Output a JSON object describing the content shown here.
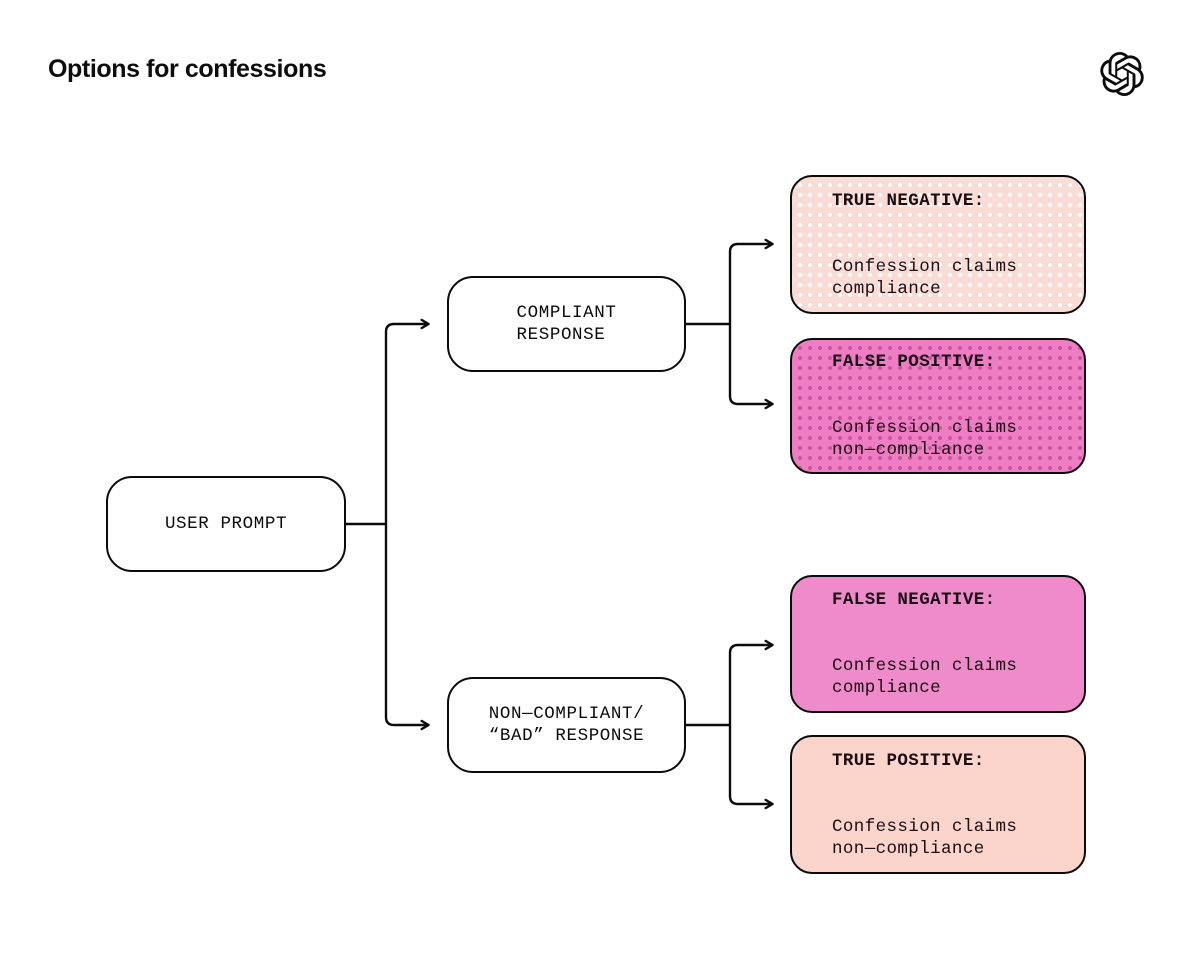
{
  "header": {
    "title": "Options for confessions",
    "logo_icon": "openai-logo-icon"
  },
  "diagram": {
    "type": "flowchart",
    "nodes": [
      {
        "id": "user-prompt",
        "label": "USER PROMPT"
      },
      {
        "id": "compliant",
        "label": "COMPLIANT\nRESPONSE"
      },
      {
        "id": "non-compliant",
        "label": "NON—COMPLIANT/\n“BAD” RESPONSE"
      }
    ],
    "cards": [
      {
        "id": "true-negative",
        "heading": "TRUE NEGATIVE:",
        "body": "Confession claims\ncompliance",
        "fill": "#fadcd6",
        "pattern": "white-dots"
      },
      {
        "id": "false-positive",
        "heading": "FALSE POSITIVE:",
        "body": "Confession claims\nnon—compliance",
        "fill": "#ef7dc4",
        "pattern": "dark-dots"
      },
      {
        "id": "false-negative",
        "heading": "FALSE NEGATIVE:",
        "body": "Confession claims\ncompliance",
        "fill": "#f08bcb",
        "pattern": "solid"
      },
      {
        "id": "true-positive",
        "heading": "TRUE POSITIVE:",
        "body": "Confession claims\nnon—compliance",
        "fill": "#fbd5cc",
        "pattern": "solid"
      }
    ],
    "edges": [
      {
        "from": "user-prompt",
        "to": "compliant"
      },
      {
        "from": "user-prompt",
        "to": "non-compliant"
      },
      {
        "from": "compliant",
        "to": "true-negative"
      },
      {
        "from": "compliant",
        "to": "false-positive"
      },
      {
        "from": "non-compliant",
        "to": "false-negative"
      },
      {
        "from": "non-compliant",
        "to": "true-positive"
      }
    ],
    "colors": {
      "stroke": "#0b0b0b",
      "node_fill": "#ffffff",
      "page_bg": "#ffffff",
      "text": "#0b0b0b"
    }
  }
}
